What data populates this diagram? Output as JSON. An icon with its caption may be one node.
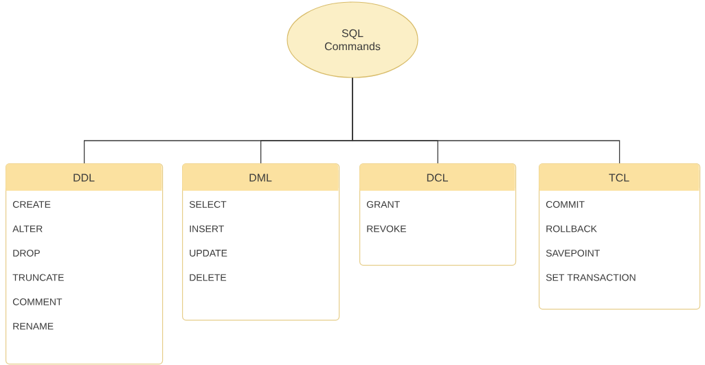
{
  "diagram": {
    "nodes": [
      {
        "text": [
          "SQL Commands"
        ]
      },
      {
        "text": [
          "DDL",
          "CREATE",
          "ALTER",
          "DROP",
          "TRUNCATE",
          "COMMENT",
          "RENAME"
        ]
      },
      {
        "text": [
          "DML",
          "SELECT",
          "INSERT",
          "UPDATE",
          "DELETE"
        ]
      },
      {
        "text": [
          "DCL",
          "GRANT",
          "REVOKE"
        ]
      },
      {
        "text": [
          "TCL",
          "COMMIT",
          "ROLLBACK",
          "SAVEPOINT",
          "SET TRANSACTION"
        ]
      }
    ],
    "edges": [
      {
        "from": 0,
        "to": 1,
        "arrow": "none"
      },
      {
        "from": 0,
        "to": 2,
        "arrow": "none"
      },
      {
        "from": 0,
        "to": 3,
        "arrow": "none"
      },
      {
        "from": 0,
        "to": 4,
        "arrow": "none"
      }
    ]
  }
}
